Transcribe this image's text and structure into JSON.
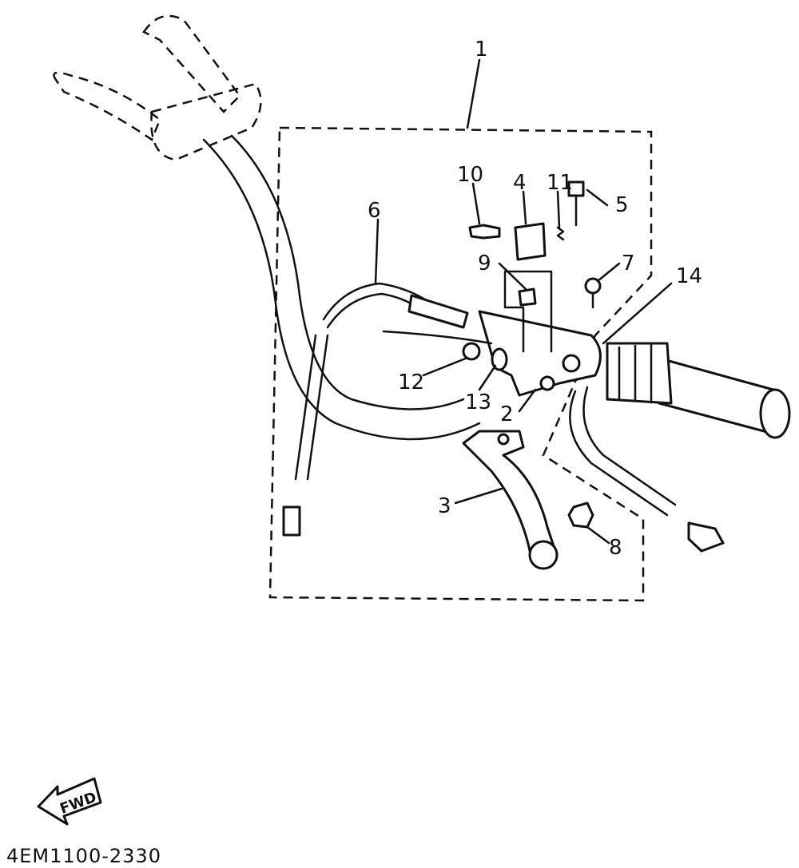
{
  "callouts": [
    {
      "id": "c1",
      "label": "1"
    },
    {
      "id": "c2",
      "label": "2"
    },
    {
      "id": "c3",
      "label": "3"
    },
    {
      "id": "c4",
      "label": "4"
    },
    {
      "id": "c5",
      "label": "5"
    },
    {
      "id": "c6",
      "label": "6"
    },
    {
      "id": "c7",
      "label": "7"
    },
    {
      "id": "c8",
      "label": "8"
    },
    {
      "id": "c9",
      "label": "9"
    },
    {
      "id": "c10",
      "label": "10"
    },
    {
      "id": "c11",
      "label": "11"
    },
    {
      "id": "c12",
      "label": "12"
    },
    {
      "id": "c13",
      "label": "13"
    },
    {
      "id": "c14",
      "label": "14"
    }
  ],
  "direction_arrow": {
    "label": "FWD"
  },
  "drawing_code": "4EM1100-2330"
}
